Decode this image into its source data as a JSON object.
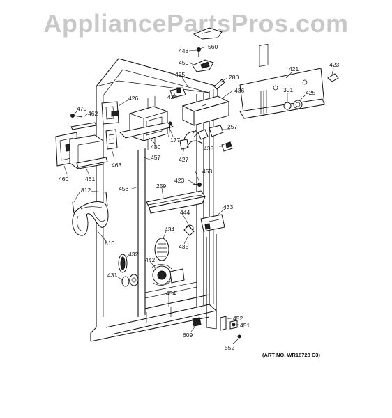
{
  "watermark": "AppliancePartsPros.com",
  "art_number": "(ART NO. WR18728 C3)",
  "callouts": {
    "c448": "448",
    "c560": "560",
    "c450": "450",
    "c455": "455",
    "c280": "280",
    "c421": "421",
    "c423a": "423",
    "c436": "436",
    "c424": "424",
    "c301": "301",
    "c425": "425",
    "c426": "426",
    "c470": "470",
    "c462": "462",
    "c257": "257",
    "c177": "177",
    "c430": "430",
    "c427": "427",
    "c435a": "435",
    "c457": "457",
    "c463": "463",
    "c460": "460",
    "c461": "461",
    "c453": "453",
    "c423b": "423",
    "c812": "812",
    "c458": "458",
    "c259": "259",
    "c433": "433",
    "c444": "444",
    "c434": "434",
    "c435b": "435",
    "c810": "810",
    "c432": "432",
    "c442": "442",
    "c431": "431",
    "c454": "454",
    "c452": "452",
    "c451": "451",
    "c609": "609",
    "c552": "552"
  },
  "icons": {
    "watermark": "logo-wordmark",
    "diagram": "refrigerator-exploded-parts-diagram"
  },
  "colors": {
    "watermark": "#c8c8c8",
    "ink": "#111111",
    "background": "#ffffff"
  }
}
